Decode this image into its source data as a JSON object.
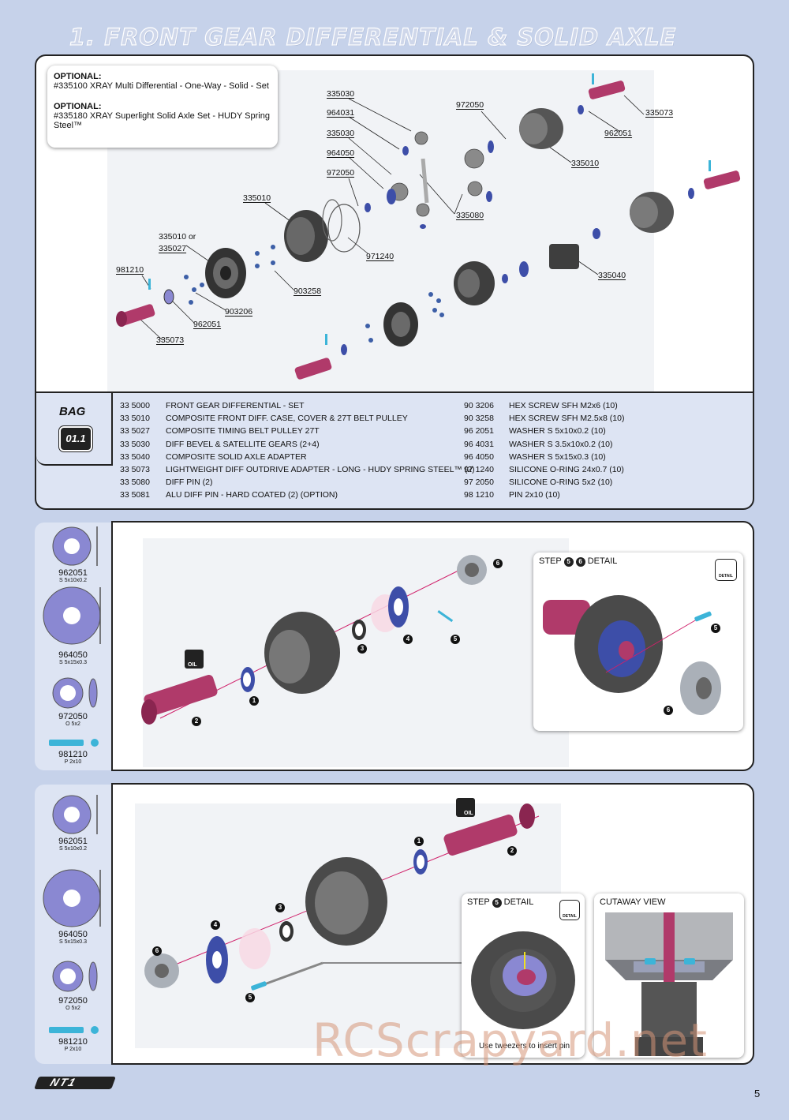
{
  "title": "1. FRONT GEAR DIFFERENTIAL & SOLID AXLE",
  "optional": [
    {
      "heading": "OPTIONAL:",
      "text": "#335100 XRAY Multi Differential - One-Way - Solid - Set"
    },
    {
      "heading": "OPTIONAL:",
      "text": "#335180 XRAY Superlight Solid Axle Set - HUDY Spring Steel™"
    }
  ],
  "callouts": [
    "335030",
    "964031",
    "335030",
    "964050",
    "972050",
    "972050",
    "335073",
    "962051",
    "335010",
    "335080",
    "335010",
    "971240",
    "335010 or",
    "335027",
    "903258",
    "981210",
    "903206",
    "962051",
    "335073",
    "335040"
  ],
  "bag": {
    "word": "BAG",
    "number": "01.1"
  },
  "parts_left": [
    {
      "code": "33 5000",
      "desc": "FRONT GEAR DIFFERENTIAL - SET"
    },
    {
      "code": "33 5010",
      "desc": "COMPOSITE FRONT DIFF. CASE, COVER & 27T BELT PULLEY"
    },
    {
      "code": "33 5027",
      "desc": "COMPOSITE TIMING BELT PULLEY 27T"
    },
    {
      "code": "33 5030",
      "desc": "DIFF BEVEL & SATELLITE GEARS (2+4)"
    },
    {
      "code": "33 5040",
      "desc": "COMPOSITE SOLID AXLE ADAPTER"
    },
    {
      "code": "33 5073",
      "desc": "LIGHTWEIGHT DIFF OUTDRIVE ADAPTER - LONG - HUDY SPRING STEEL™ (2)"
    },
    {
      "code": "33 5080",
      "desc": "DIFF PIN (2)"
    },
    {
      "code": "33 5081",
      "desc": "ALU DIFF PIN - HARD COATED (2) (OPTION)"
    }
  ],
  "parts_right": [
    {
      "code": "90 3206",
      "desc": "HEX SCREW SFH M2x6  (10)"
    },
    {
      "code": "90 3258",
      "desc": "HEX SCREW SFH M2.5x8  (10)"
    },
    {
      "code": "96 2051",
      "desc": "WASHER S 5x10x0.2  (10)"
    },
    {
      "code": "96 4031",
      "desc": "WASHER S 3.5x10x0.2  (10)"
    },
    {
      "code": "96 4050",
      "desc": "WASHER S 5x15x0.3  (10)"
    },
    {
      "code": "97 1240",
      "desc": "SILICONE O-RING 24x0.7  (10)"
    },
    {
      "code": "97 2050",
      "desc": "SILICONE O-RING 5x2  (10)"
    },
    {
      "code": "98 1210",
      "desc": "PIN 2x10  (10)"
    }
  ],
  "sidebar": [
    {
      "code": "962051",
      "spec": "S 5x10x0.2"
    },
    {
      "code": "964050",
      "spec": "S 5x15x0.3"
    },
    {
      "code": "972050",
      "spec": "O 5x2"
    },
    {
      "code": "981210",
      "spec": "P 2x10"
    }
  ],
  "step1": {
    "detail_label": "STEP",
    "detail_suffix": "DETAIL",
    "detail_icon": "DETAIL",
    "oil": "OIL"
  },
  "step2": {
    "detail_label": "STEP",
    "detail_suffix": "DETAIL",
    "detail_icon": "DETAIL",
    "cutaway": "CUTAWAY VIEW",
    "tweezers": "Use tweezers to insert pin",
    "oil": "OIL"
  },
  "nums": [
    "1",
    "2",
    "3",
    "4",
    "5",
    "6"
  ],
  "watermark": "RCScrapyard.net",
  "logo": "NT1",
  "page_number": "5",
  "colors": {
    "page_bg": "#c6d2ea",
    "panel_bg": "#dde4f3",
    "washer": "#8a88d2",
    "outdrive": "#b03a6a",
    "pin": "#3cb4d8",
    "gray": "#555"
  }
}
